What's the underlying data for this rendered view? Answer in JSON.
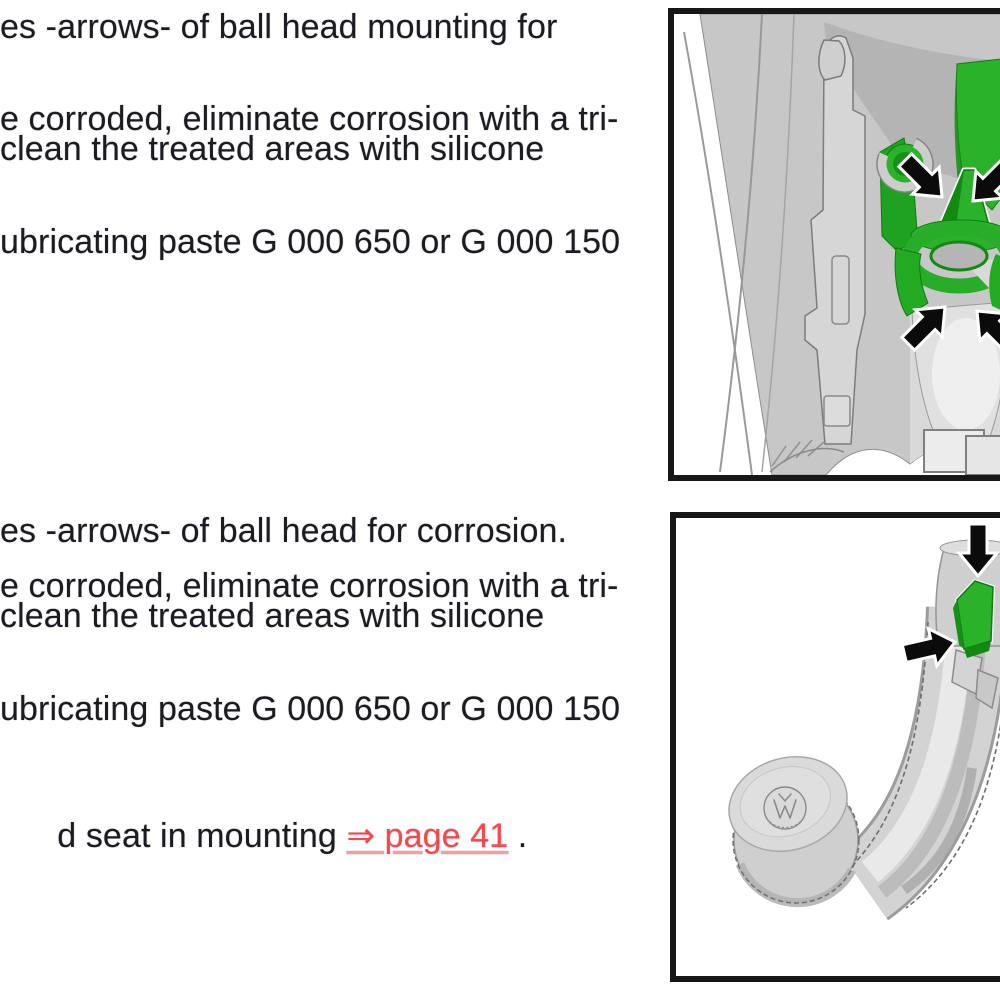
{
  "text": {
    "top": {
      "l1": "es -arrows- of ball head mounting for",
      "l2": "e corroded, eliminate corrosion with a tri-",
      "l3": "clean the treated areas with silicone",
      "l4": "ubricating paste G 000 650 or G 000 150"
    },
    "bottom": {
      "l1": "es -arrows- of ball head for corrosion.",
      "l2": "e corroded, eliminate corrosion with a tri-",
      "l3": "clean the treated areas with silicone",
      "l4": "ubricating paste G 000 650 or G 000 150",
      "l5_prefix": "d seat in mounting ",
      "l5_link": "⇒ page 41",
      "l5_suffix": " ."
    }
  },
  "figures": {
    "top": {
      "icon": "ball-head-mounting-contact-surfaces-illustration",
      "arrow_count": 4
    },
    "bottom": {
      "icon": "ball-head-contact-surfaces-illustration",
      "arrow_count": 2
    }
  },
  "colors": {
    "text": "#1c1c20",
    "link": "#ff4646",
    "green": "#2bb22b",
    "frame": "#171717"
  }
}
